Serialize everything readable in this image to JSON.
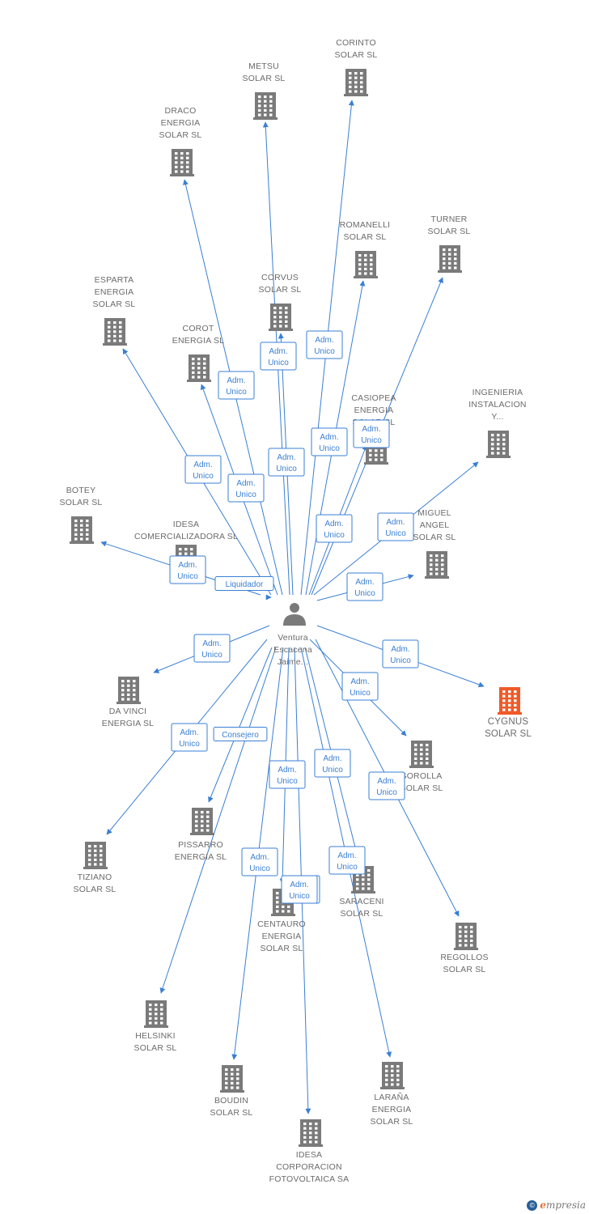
{
  "colors": {
    "edge": "#3a7fd4",
    "building": "#7a7a7a",
    "highlight": "#f05a28",
    "person": "#7a7a7a"
  },
  "center": {
    "name_lines": [
      "Ventura",
      "Escacena",
      "Jaime..."
    ],
    "icon": "person-icon"
  },
  "nodes": [
    {
      "id": "corinto",
      "lines": [
        "CORINTO",
        "SOLAR SL"
      ],
      "icon": "building-icon"
    },
    {
      "id": "metsu",
      "lines": [
        "METSU",
        "SOLAR SL"
      ],
      "icon": "building-icon"
    },
    {
      "id": "draco",
      "lines": [
        "DRACO",
        "ENERGIA",
        "SOLAR SL"
      ],
      "icon": "building-icon"
    },
    {
      "id": "romanelli",
      "lines": [
        "ROMANELLI",
        "SOLAR SL"
      ],
      "icon": "building-icon"
    },
    {
      "id": "turner",
      "lines": [
        "TURNER",
        "SOLAR SL"
      ],
      "icon": "building-icon"
    },
    {
      "id": "esparta",
      "lines": [
        "ESPARTA",
        "ENERGIA",
        "SOLAR SL"
      ],
      "icon": "building-icon"
    },
    {
      "id": "corvus",
      "lines": [
        "CORVUS",
        "SOLAR SL"
      ],
      "icon": "building-icon"
    },
    {
      "id": "corot",
      "lines": [
        "COROT",
        "ENERGIA SL"
      ],
      "icon": "building-icon"
    },
    {
      "id": "casiopea",
      "lines": [
        "CASIOPEA",
        "ENERGIA",
        "SOLAR SL"
      ],
      "icon": "building-icon"
    },
    {
      "id": "ingenieria",
      "lines": [
        "INGENIERIA",
        "INSTALACION",
        "Y..."
      ],
      "icon": "building-icon"
    },
    {
      "id": "botey",
      "lines": [
        "BOTEY",
        "SOLAR SL"
      ],
      "icon": "building-icon"
    },
    {
      "id": "idesa_com",
      "lines": [
        "IDESA",
        "COMERCIALIZADORA SL"
      ],
      "icon": "building-icon"
    },
    {
      "id": "miguel",
      "lines": [
        "MIGUEL",
        "ANGEL",
        "SOLAR SL"
      ],
      "icon": "building-icon"
    },
    {
      "id": "davinci",
      "lines": [
        "DA VINCI",
        "ENERGIA SL"
      ],
      "icon": "building-icon"
    },
    {
      "id": "cygnus",
      "lines": [
        "CYGNUS",
        "SOLAR SL"
      ],
      "icon": "building-icon",
      "highlight": true
    },
    {
      "id": "sorolla",
      "lines": [
        "SOROLLA",
        "SOLAR SL"
      ],
      "icon": "building-icon"
    },
    {
      "id": "tiziano",
      "lines": [
        "TIZIANO",
        "SOLAR SL"
      ],
      "icon": "building-icon"
    },
    {
      "id": "pissarro",
      "lines": [
        "PISSARRO",
        "ENERGIA SL"
      ],
      "icon": "building-icon"
    },
    {
      "id": "centauro",
      "lines": [
        "CENTAURO",
        "ENERGIA",
        "SOLAR SL"
      ],
      "icon": "building-icon"
    },
    {
      "id": "saraceni",
      "lines": [
        "SARACENI",
        "SOLAR SL"
      ],
      "icon": "building-icon"
    },
    {
      "id": "regollos",
      "lines": [
        "REGOLLOS",
        "SOLAR SL"
      ],
      "icon": "building-icon"
    },
    {
      "id": "helsinki",
      "lines": [
        "HELSINKI",
        "SOLAR SL"
      ],
      "icon": "building-icon"
    },
    {
      "id": "boudin",
      "lines": [
        "BOUDIN",
        "SOLAR SL"
      ],
      "icon": "building-icon"
    },
    {
      "id": "larana",
      "lines": [
        "LARAÑA",
        "ENERGIA",
        "SOLAR SL"
      ],
      "icon": "building-icon"
    },
    {
      "id": "idesa_corp",
      "lines": [
        "IDESA",
        "CORPORACION",
        "FOTOVOLTAICA SA"
      ],
      "icon": "building-icon"
    }
  ],
  "edges": [
    {
      "to": "corinto",
      "label": [
        "Adm.",
        "Unico"
      ]
    },
    {
      "to": "metsu",
      "label": [
        "Adm.",
        "Unico"
      ]
    },
    {
      "to": "draco",
      "label": [
        "Adm.",
        "Unico"
      ]
    },
    {
      "to": "romanelli",
      "label": [
        "Adm.",
        "Unico"
      ]
    },
    {
      "to": "turner",
      "label": [
        "Adm.",
        "Unico"
      ]
    },
    {
      "to": "esparta",
      "label": [
        "Adm.",
        "Unico"
      ]
    },
    {
      "to": "corvus",
      "label": [
        "Adm.",
        "Unico"
      ]
    },
    {
      "to": "corot",
      "label": [
        "Adm.",
        "Unico"
      ]
    },
    {
      "to": "casiopea",
      "label": [
        "Adm.",
        "Unico"
      ]
    },
    {
      "to": "ingenieria",
      "label": [
        "Adm.",
        "Unico"
      ]
    },
    {
      "to": "botey",
      "label": [
        "Adm.",
        "Unico"
      ]
    },
    {
      "to": "idesa_com",
      "label": [
        "Liquidador"
      ]
    },
    {
      "to": "miguel",
      "label": [
        "Adm.",
        "Unico"
      ]
    },
    {
      "to": "davinci",
      "label": [
        "Adm.",
        "Unico"
      ]
    },
    {
      "to": "cygnus",
      "label": [
        "Adm.",
        "Unico"
      ]
    },
    {
      "to": "sorolla",
      "label": [
        "Adm.",
        "Unico"
      ]
    },
    {
      "to": "tiziano",
      "label": [
        "Adm.",
        "Unico"
      ]
    },
    {
      "to": "pissarro",
      "label": [
        "Consejero"
      ]
    },
    {
      "to": "centauro",
      "label": [
        "Adm.",
        "Unico"
      ]
    },
    {
      "to": "saraceni",
      "label": [
        "Adm.",
        "Unico"
      ]
    },
    {
      "to": "regollos",
      "label": [
        "Adm.",
        "Unico"
      ]
    },
    {
      "to": "helsinki",
      "label": [
        "Adm.",
        "Unico"
      ]
    },
    {
      "to": "boudin",
      "label": [
        "Adm.",
        "Unico"
      ]
    },
    {
      "to": "larana",
      "label": [
        "Adm.",
        "Unico"
      ]
    },
    {
      "to": "idesa_corp",
      "label": [
        "Adm.",
        "Unico"
      ]
    }
  ],
  "footer": {
    "brand_initial": "e",
    "brand_rest": "mpresia",
    "copyright": "©"
  }
}
